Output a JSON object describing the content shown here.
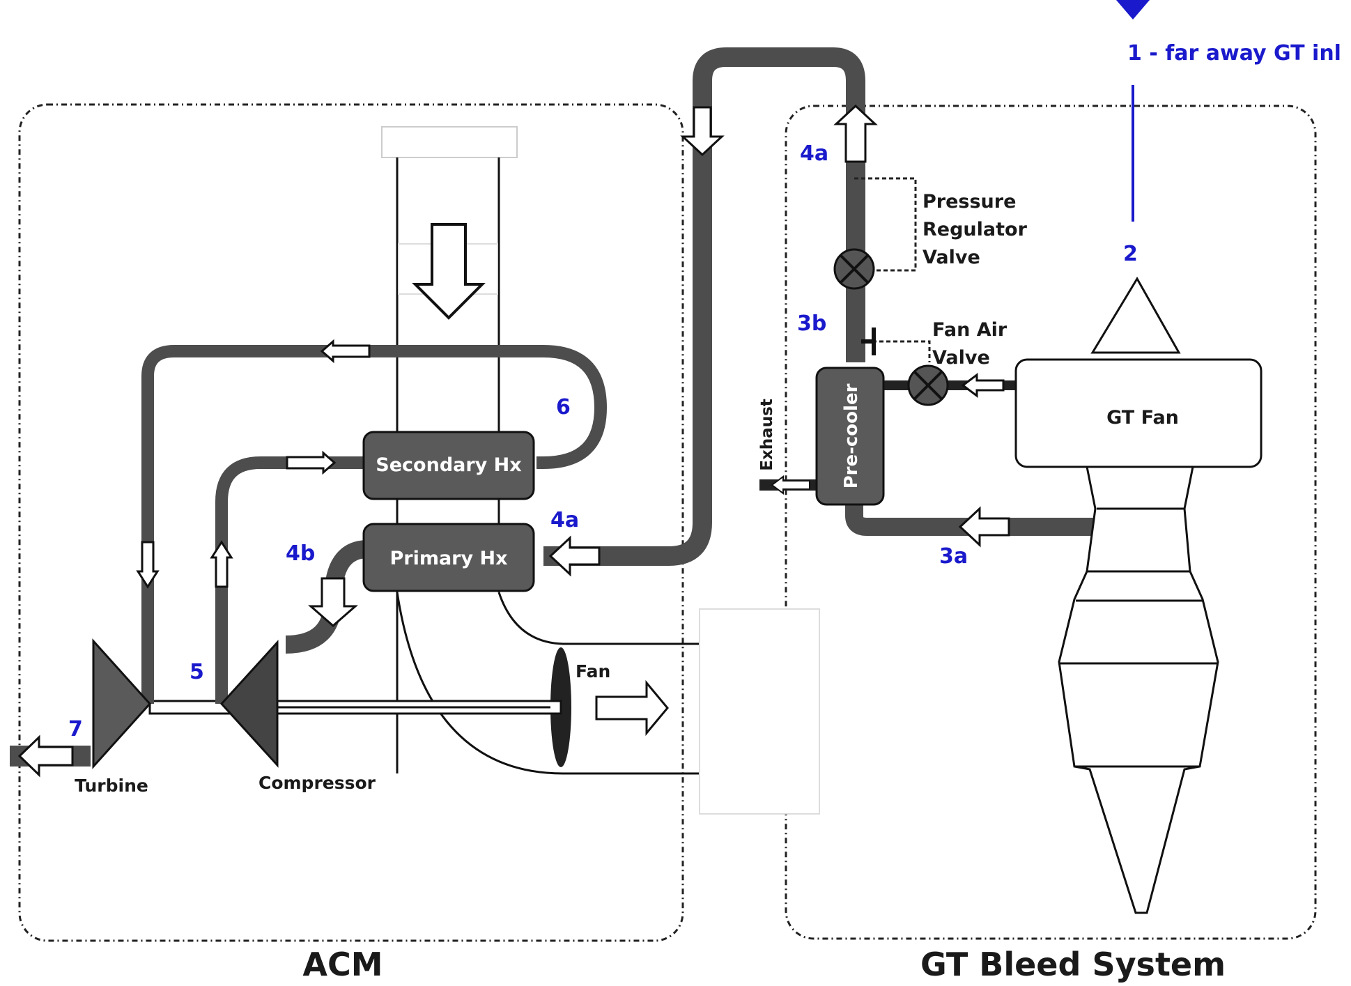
{
  "colors": {
    "pipe": "#4d4d4d",
    "component": "#5a5a5a",
    "station_label": "#1a1acc",
    "text": "#1a1a1a"
  },
  "sections": {
    "acm": "ACM",
    "bleed": "GT Bleed System"
  },
  "components": {
    "secondary_hx": "Secondary Hx",
    "primary_hx": "Primary Hx",
    "precooler": "Pre-cooler",
    "gt_fan": "GT Fan",
    "turbine": "Turbine",
    "compressor": "Compressor",
    "fan": "Fan",
    "exhaust": "Exhaust",
    "prv_line1": "Pressure",
    "prv_line2": "Regulator",
    "prv_line3": "Valve",
    "fav_line1": "Fan Air",
    "fav_line2": "Valve"
  },
  "stations": {
    "s1": "1 - far away GT inl",
    "s2": "2",
    "s3a": "3a",
    "s3b": "3b",
    "s4a_top": "4a",
    "s4a_hx": "4a",
    "s4b": "4b",
    "s5": "5",
    "s6": "6",
    "s7": "7"
  }
}
